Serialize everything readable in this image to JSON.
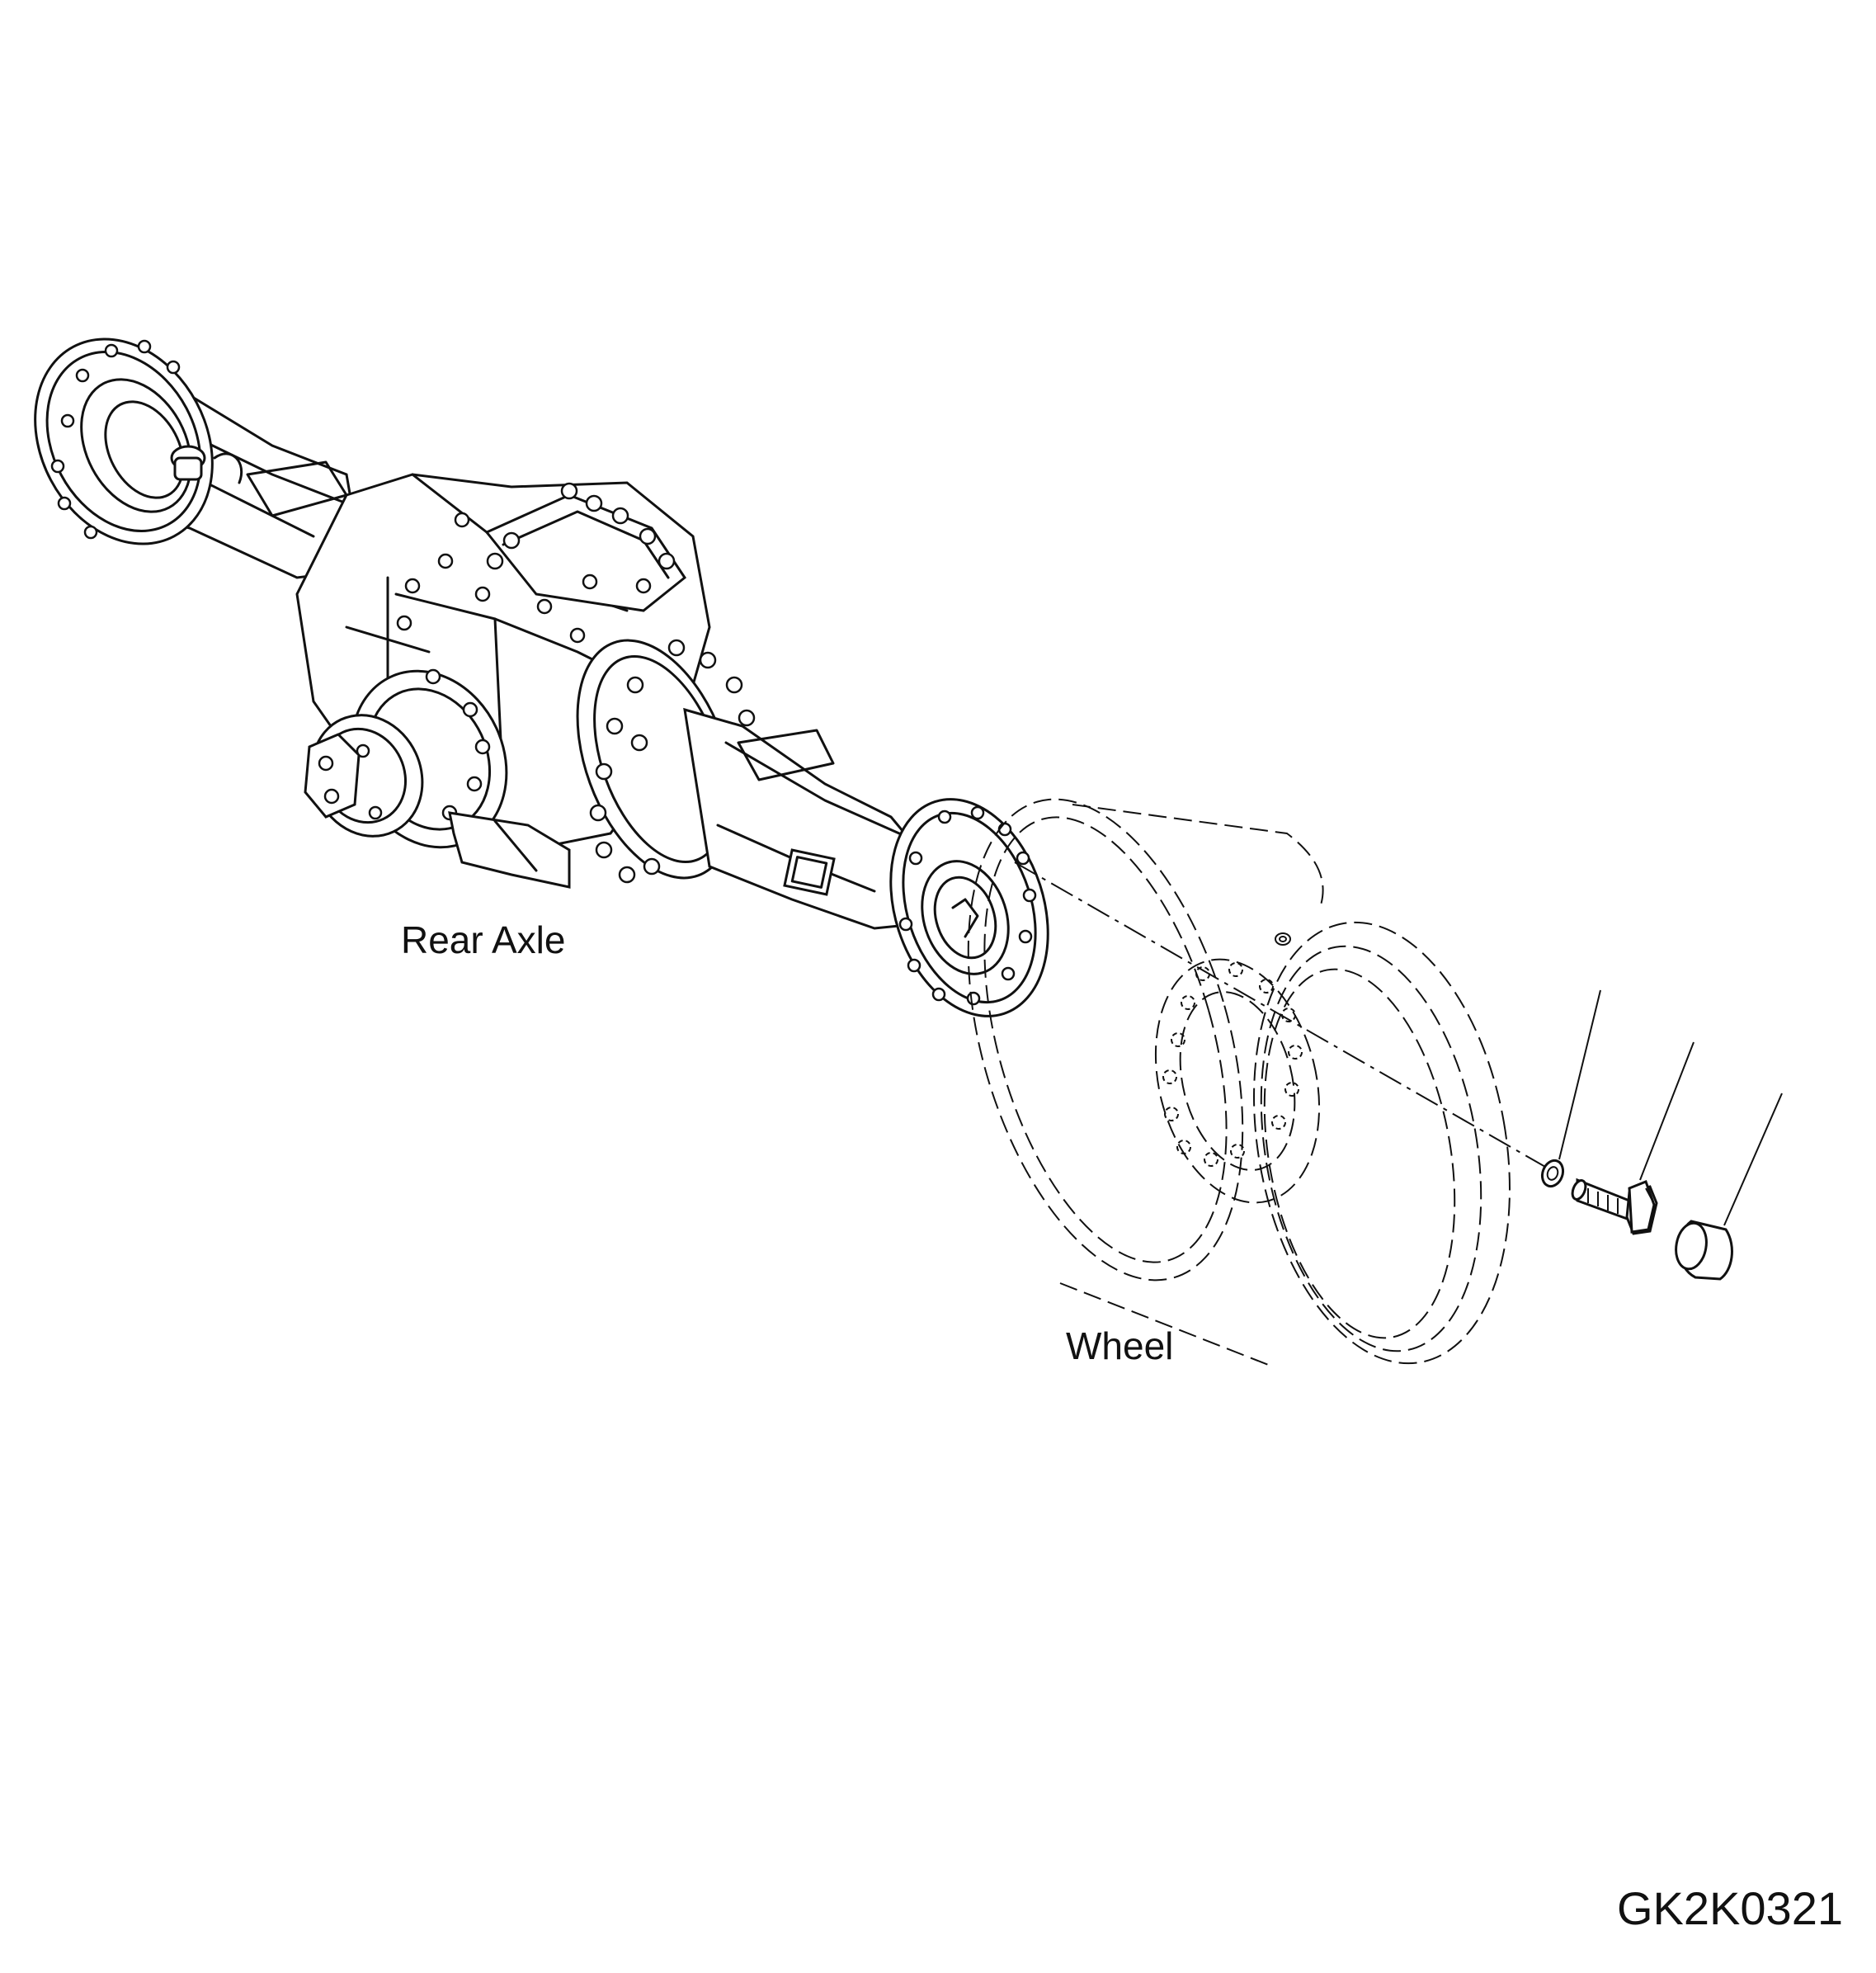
{
  "labels": {
    "rear_axle": "Rear Axle",
    "wheel": "Wheel",
    "drawing_code": "GK2K0321"
  },
  "colors": {
    "ink": "#111111",
    "background": "#ffffff"
  }
}
